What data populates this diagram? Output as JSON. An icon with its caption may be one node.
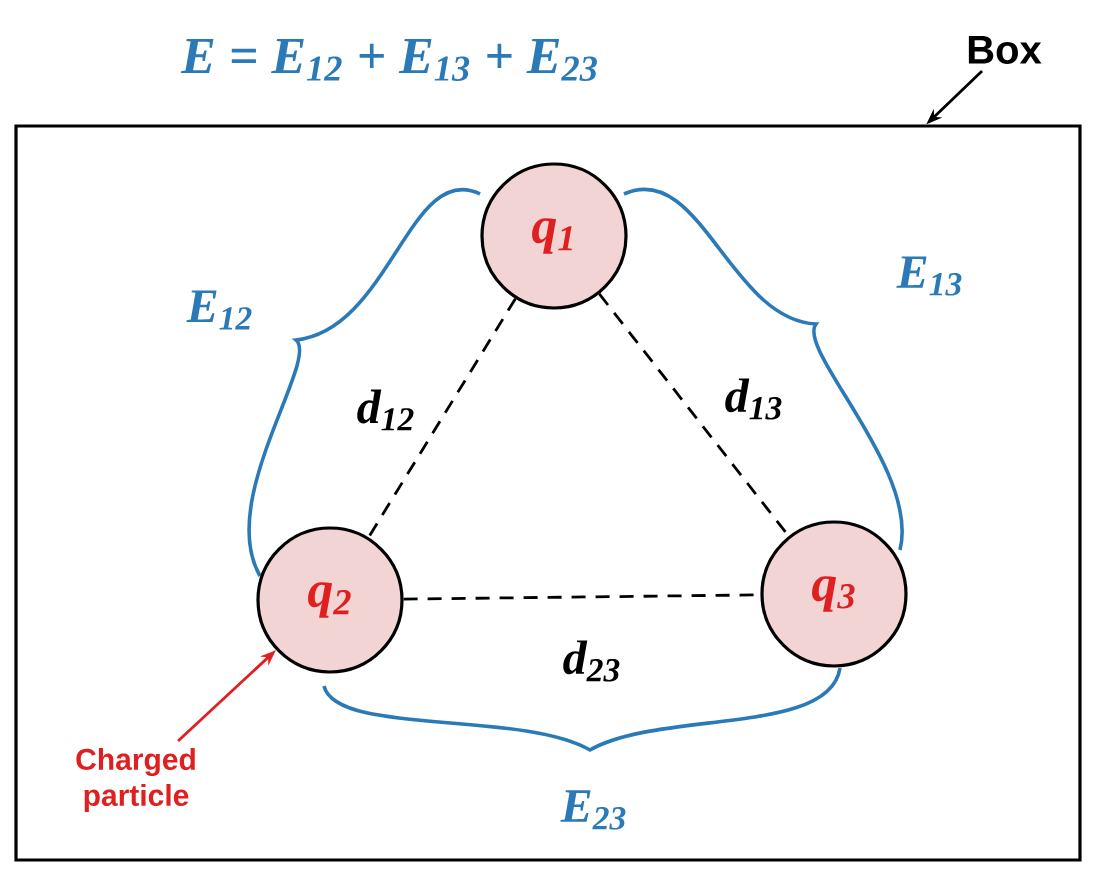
{
  "diagram": {
    "title": "E = E$_{12}$ + E$_{13}$ + E$_{23}$",
    "nodes": [
      {
        "text": [],
        "shape": "box"
      },
      {
        "text": [
          "Box"
        ]
      },
      {
        "text": [
          "q$_{1}$"
        ],
        "in": 0
      },
      {
        "text": [
          "q$_{2}$"
        ],
        "in": 0
      },
      {
        "text": [
          "q$_{3}$"
        ],
        "in": 0
      },
      {
        "text": [
          "Charged particle"
        ],
        "in": 0
      }
    ],
    "edges": [
      {
        "from": 1,
        "to": 0,
        "arrow": "to"
      },
      {
        "from": 2,
        "to": 3,
        "arrow": "none",
        "style": "dashed",
        "label": "d$_{12}$"
      },
      {
        "from": 2,
        "to": 4,
        "arrow": "none",
        "style": "dashed",
        "label": "d$_{13}$"
      },
      {
        "from": 3,
        "to": 4,
        "arrow": "none",
        "style": "dashed",
        "label": "d$_{23}$"
      },
      {
        "from": 5,
        "to": 3,
        "arrow": "to",
        "color": "#e02020"
      }
    ],
    "labels": [
      "E$_{12}$",
      "E$_{13}$",
      "E$_{23}$"
    ]
  }
}
